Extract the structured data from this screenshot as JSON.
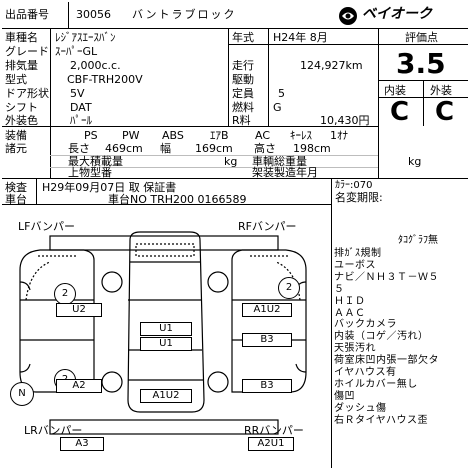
{
  "header": {
    "auction_no_label": "出品番号",
    "auction_no": "30056",
    "body_type": "バントラブロック",
    "logo_text": "ベイオーク"
  },
  "fields": {
    "car_name_label": "車種名",
    "car_name": "ﾚｼﾞｱｽｴｰｽﾊﾞﾝ",
    "grade_label": "グレード",
    "grade": "ｽｰﾊﾟｰGL",
    "displacement_label": "排気量",
    "displacement": "2,000c.c.",
    "model_label": "型式",
    "model": "CBF-TRH200V",
    "shift_type_label": "ドア形状",
    "shift_type": "5V",
    "shift_label": "シフト",
    "shift": "DAT",
    "color_label": "外装色",
    "color": "ﾊﾟｰﾙ",
    "year_label": "年式",
    "year": "H24年 8月",
    "mileage_label": "走行",
    "mileage": "124,927km",
    "drive_label": "駆動",
    "drive": "",
    "capacity_label": "定員",
    "capacity": "5",
    "fuel_label": "燃料",
    "fuel": "G",
    "price_label": "R料",
    "price": "10,430円"
  },
  "rating": {
    "label": "評価点",
    "score": "3.5",
    "interior_label": "内装",
    "exterior_label": "外装",
    "interior": "C",
    "exterior": "C"
  },
  "equipment": {
    "label1": "装備",
    "label2": "諸元",
    "items": [
      "PS",
      "PW",
      "ABS",
      "ｴｱB",
      "AC",
      "ｷｰﾚｽ",
      "1ｵﾅ"
    ],
    "length_label": "長さ",
    "length": "469cm",
    "width_label": "幅",
    "width": "169cm",
    "height_label": "高さ",
    "height": "198cm",
    "max_load_label": "最大積載量",
    "max_load_unit": "kg",
    "total_weight_label": "車輌総重量",
    "total_weight_unit": "kg",
    "upper_type_label": "上物型番",
    "body_maker_label": "架装製造年月"
  },
  "inspection": {
    "label": "検査",
    "value": "H29年09月07日 取  保証書",
    "chassis_label": "車台",
    "chassis": "車台NO TRH200 0166589"
  },
  "color_code": "ｶﾗｰ:070",
  "name_change": "名変期限:",
  "diagram": {
    "lf_label": "LFバンパー",
    "rf_label": "RFバンパー",
    "lr_label": "LRバンパー",
    "rr_label": "RRバンパー",
    "marks": {
      "lf_circle": "2",
      "rf_circle": "2",
      "left_mid_circle": "2",
      "n_circle": "N",
      "u2_left": "U2",
      "a1u2_right": "A1U2",
      "u1_top": "U1",
      "u1_mid": "U1",
      "b3_right": "B3",
      "a2_left": "A2",
      "a1u2_bottom": "A1U2",
      "b3_right_bottom": "B3",
      "a3_rear": "A3",
      "a2u1_rear": "A2U1"
    }
  },
  "notes": {
    "tacho": "ﾀｺｸﾞﾗﾌ無",
    "lines": [
      "排ｶﾞｽ規制",
      "ユーボス",
      "ナビ／ＮＨ３Ｔ－Ｗ５",
      "５",
      "ＨＩＤ",
      "ＡＡＣ",
      "バックカメラ",
      "内装（コゲ／汚れ）",
      "天張汚れ",
      "荷室床凹内張一部欠タ",
      "イヤハウス有",
      "ホイルカバー無し",
      "傷凹",
      "ダッシュ傷",
      "右Ｒタイヤハウス歪"
    ]
  }
}
